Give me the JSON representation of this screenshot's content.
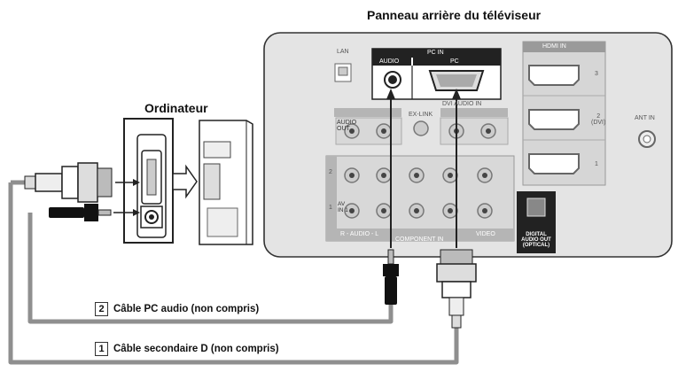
{
  "labels": {
    "tv_rear_title": "Panneau arrière du téléviseur",
    "computer_title": "Ordinateur",
    "cable_pc_audio": {
      "number": "2",
      "text": "Câble PC audio (non compris)"
    },
    "cable_d_sub": {
      "number": "1",
      "text": "Câble secondaire D (non compris)"
    }
  },
  "panel": {
    "lan": "LAN",
    "pc_in": "PC IN",
    "audio": "AUDIO",
    "pc": "PC",
    "hdmi_in": "HDMI IN",
    "hdmi_ports": [
      "3",
      "2\n(DVI)",
      "1"
    ],
    "dvi_audio_in": "DVI AUDIO IN",
    "ex_link": "EX-LINK",
    "audio_out": "AUDIO\nOUT",
    "av_in": "AV\nIN 1",
    "row_2": "2",
    "row_1": "1",
    "audio_lr": "R - AUDIO - L",
    "component_in": "COMPONENT IN",
    "video": "VIDEO",
    "digital_audio_out": "DIGITAL\nAUDIO OUT\n(OPTICAL)",
    "ant_in": "ANT IN"
  },
  "colors": {
    "cable": "#8f8f8f",
    "panel_fill": "#e4e4e4",
    "port_fill": "#b4b4b4",
    "dark": "#222222"
  }
}
